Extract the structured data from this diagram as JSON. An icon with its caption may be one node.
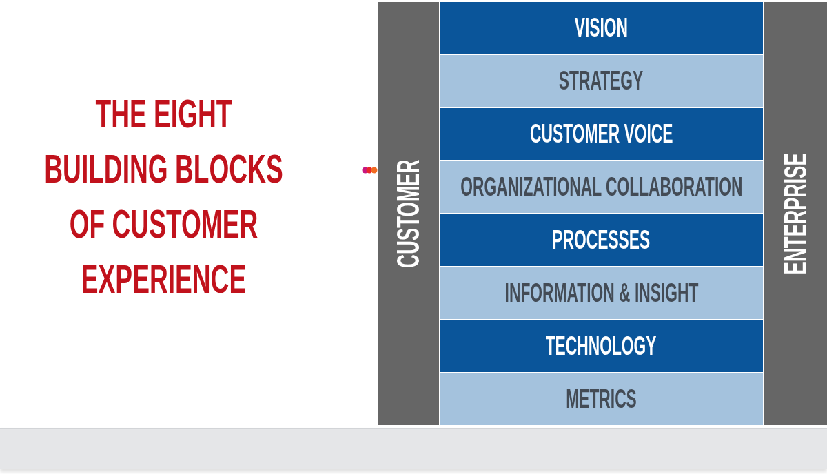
{
  "diagram": {
    "title": "THE EIGHT BUILDING BLOCKS OF CUSTOMER EXPERIENCE",
    "nodes": [
      {
        "text": [
          "CUSTOMER"
        ]
      },
      {
        "text": [
          "VISION"
        ]
      },
      {
        "text": [
          "STRATEGY"
        ]
      },
      {
        "text": [
          "CUSTOMER VOICE"
        ]
      },
      {
        "text": [
          "ORGANIZATIONAL COLLABORATION"
        ]
      },
      {
        "text": [
          "PROCESSES"
        ]
      },
      {
        "text": [
          "INFORMATION & INSIGHT"
        ]
      },
      {
        "text": [
          "TECHNOLOGY"
        ]
      },
      {
        "text": [
          "METRICS"
        ]
      },
      {
        "text": [
          "ENTERPRISE"
        ]
      }
    ]
  }
}
